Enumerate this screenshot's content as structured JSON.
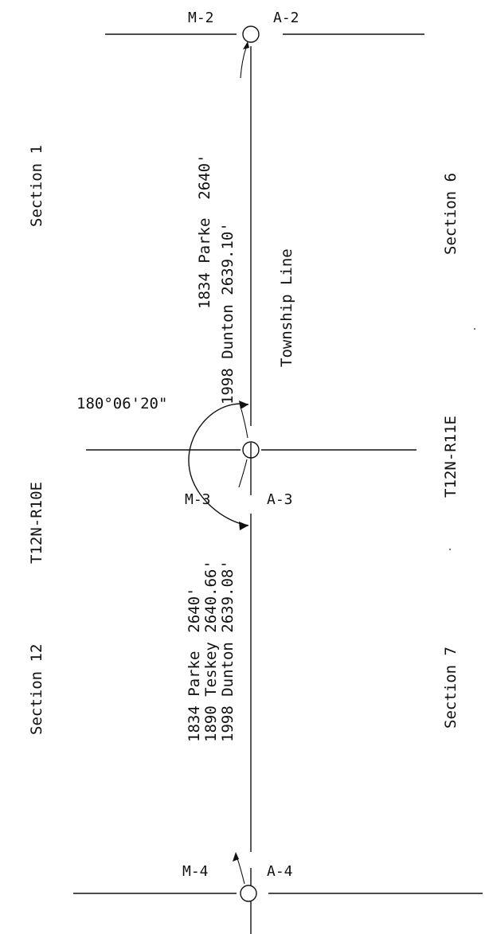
{
  "corners": {
    "m2": "M-2",
    "a2": "A-2",
    "m3": "M-3",
    "a3": "A-3",
    "m4": "M-4",
    "a4": "A-4"
  },
  "sections": {
    "section_1": "Section 1",
    "section_6": "Section 6",
    "section_12": "Section 12",
    "section_7": "Section 7"
  },
  "townships": {
    "west": "T12N-R10E",
    "east": "T12N-R11E"
  },
  "line_label": "Township Line",
  "angle": "180°06'20\"",
  "north_measurements": [
    "1834 Parke  2640'",
    "1998 Dunton 2639.10'"
  ],
  "south_measurements": [
    "1834 Parke  2640'",
    "1890 Teskey 2640.66'",
    "1998 Dunton 2639.08'"
  ]
}
